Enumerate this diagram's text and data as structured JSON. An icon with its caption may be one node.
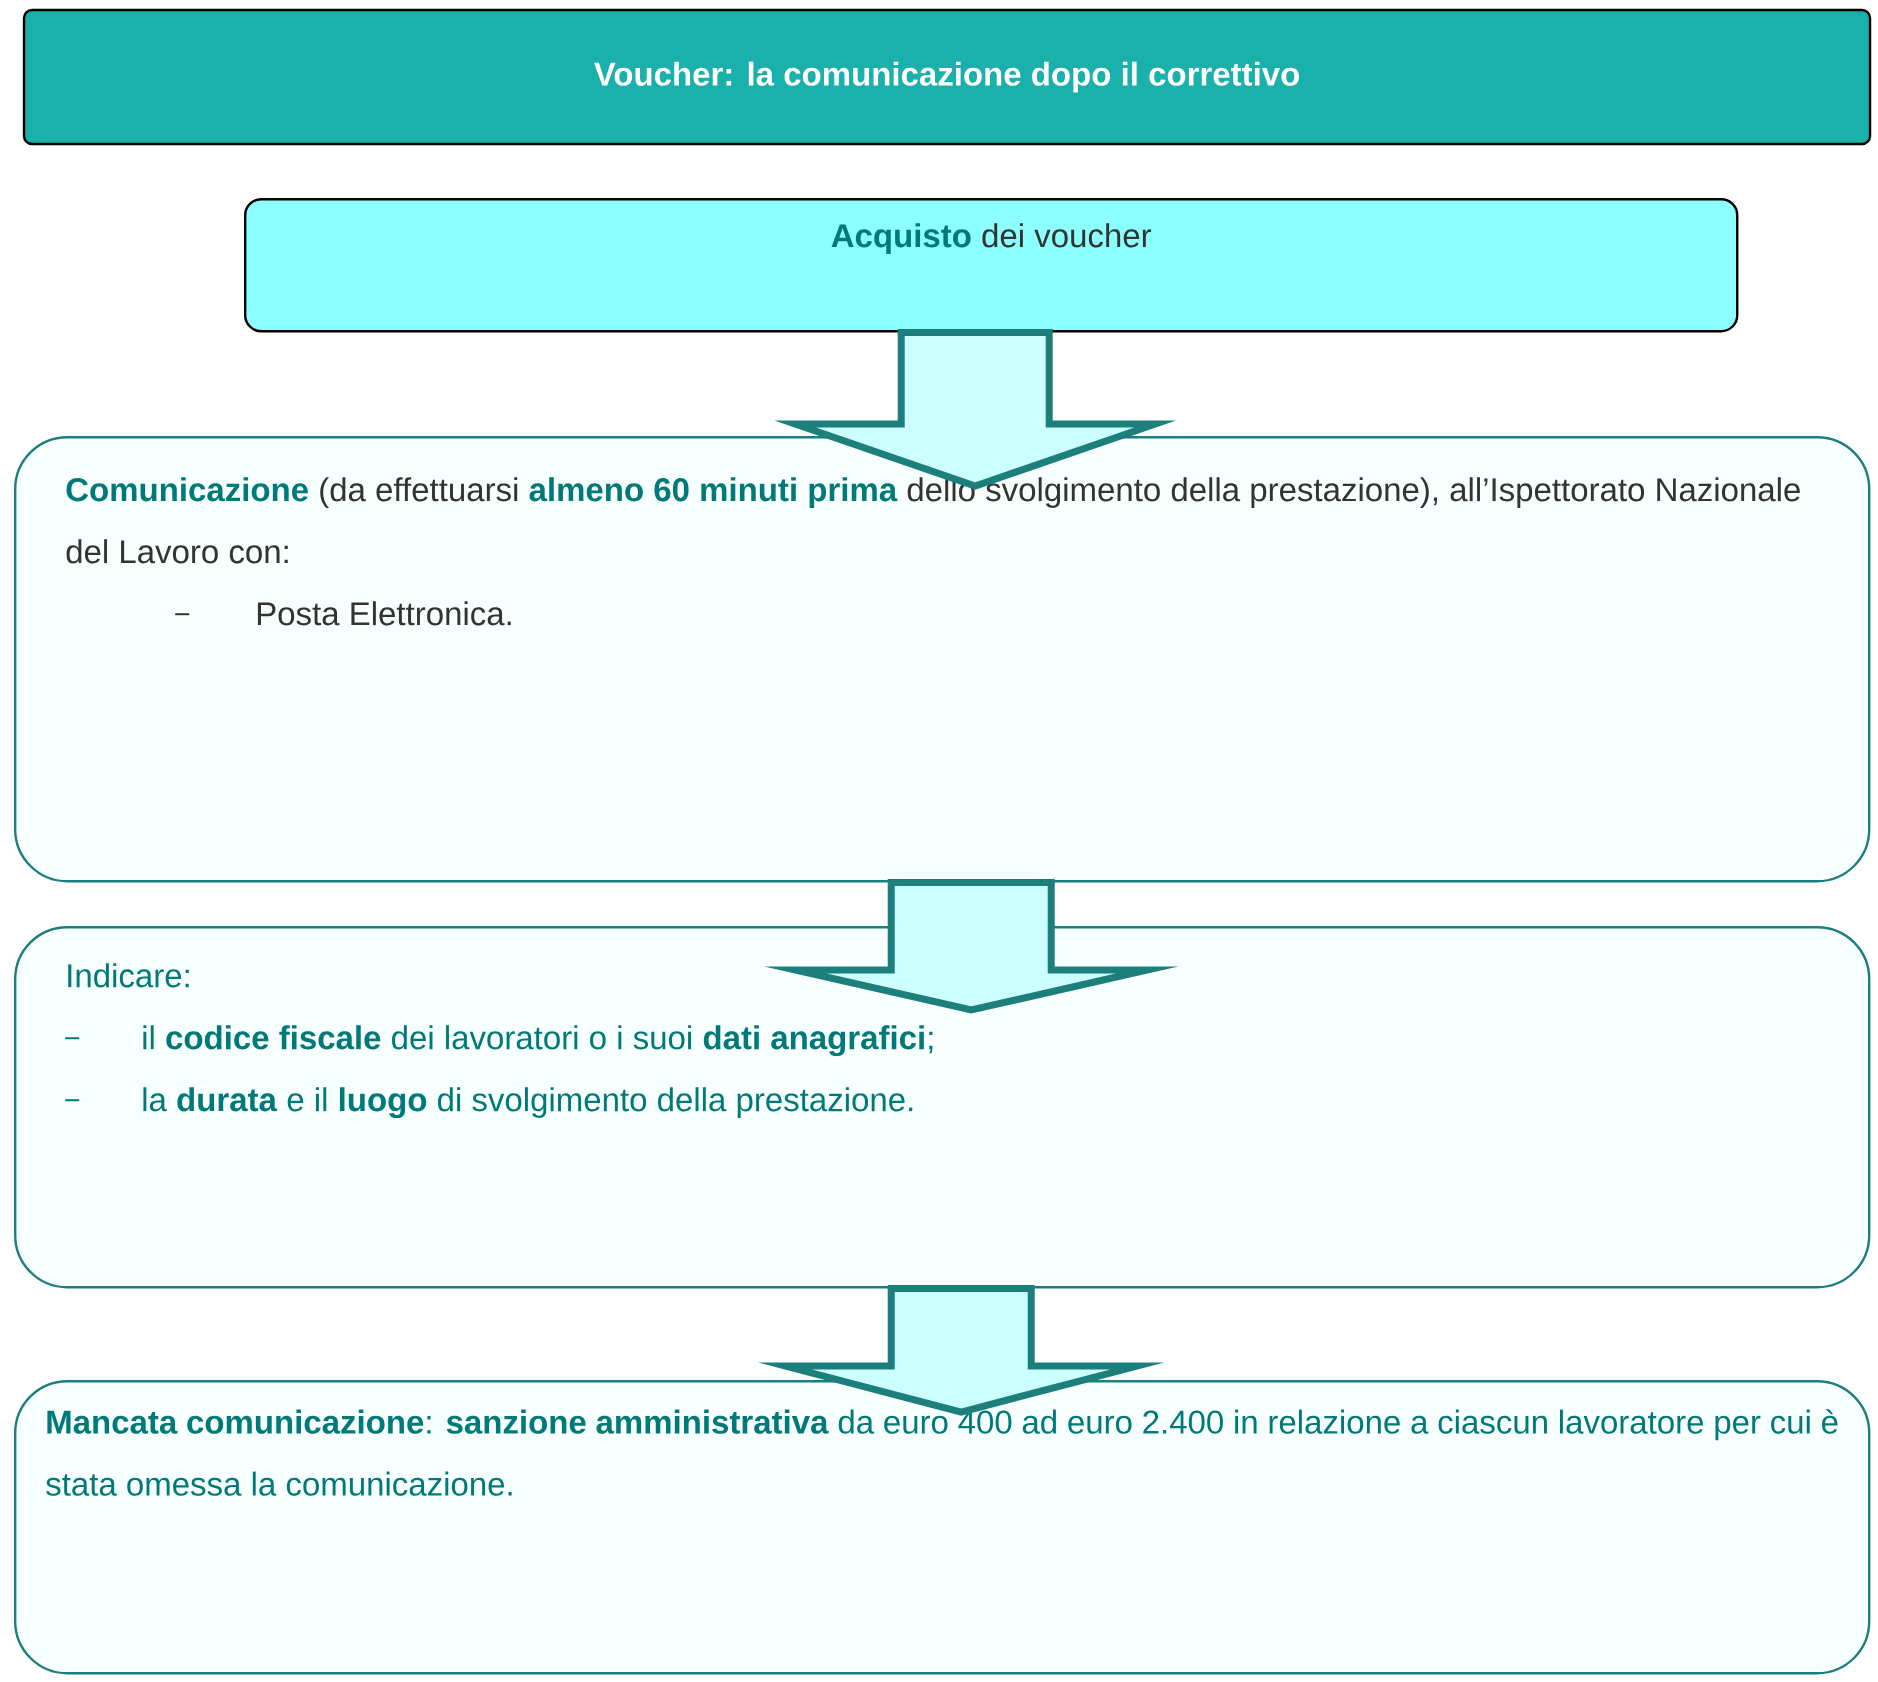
{
  "diagram": {
    "title": "Voucher: la comunicazione dopo il correttivo",
    "nodes": [
      {
        "text": [
          "**Acquisto** dei voucher"
        ]
      },
      {
        "text": [
          "**Comunicazione** (da effettuarsi **almeno 60 minuti prima** dello svolgimento della prestazione), all’Ispettorato Nazionale del Lavoro con:",
          "Posta Elettronica."
        ]
      },
      {
        "text": [
          "Indicare:",
          "il **codice fiscale** dei lavoratori o i suoi **dati anagrafici**;",
          "la **durata** e il **luogo** di svolgimento della prestazione."
        ]
      },
      {
        "text": [
          "**Mancata comunicazione**: **sanzione amministrativa** da euro 400 ad euro 2.400 in relazione a ciascun lavoratore per cui è stata omessa la comunicazione."
        ]
      }
    ],
    "edges": [
      {
        "from": 0,
        "to": 1,
        "arrow": "to"
      },
      {
        "from": 1,
        "to": 2,
        "arrow": "to"
      },
      {
        "from": 2,
        "to": 3,
        "arrow": "to"
      }
    ]
  }
}
